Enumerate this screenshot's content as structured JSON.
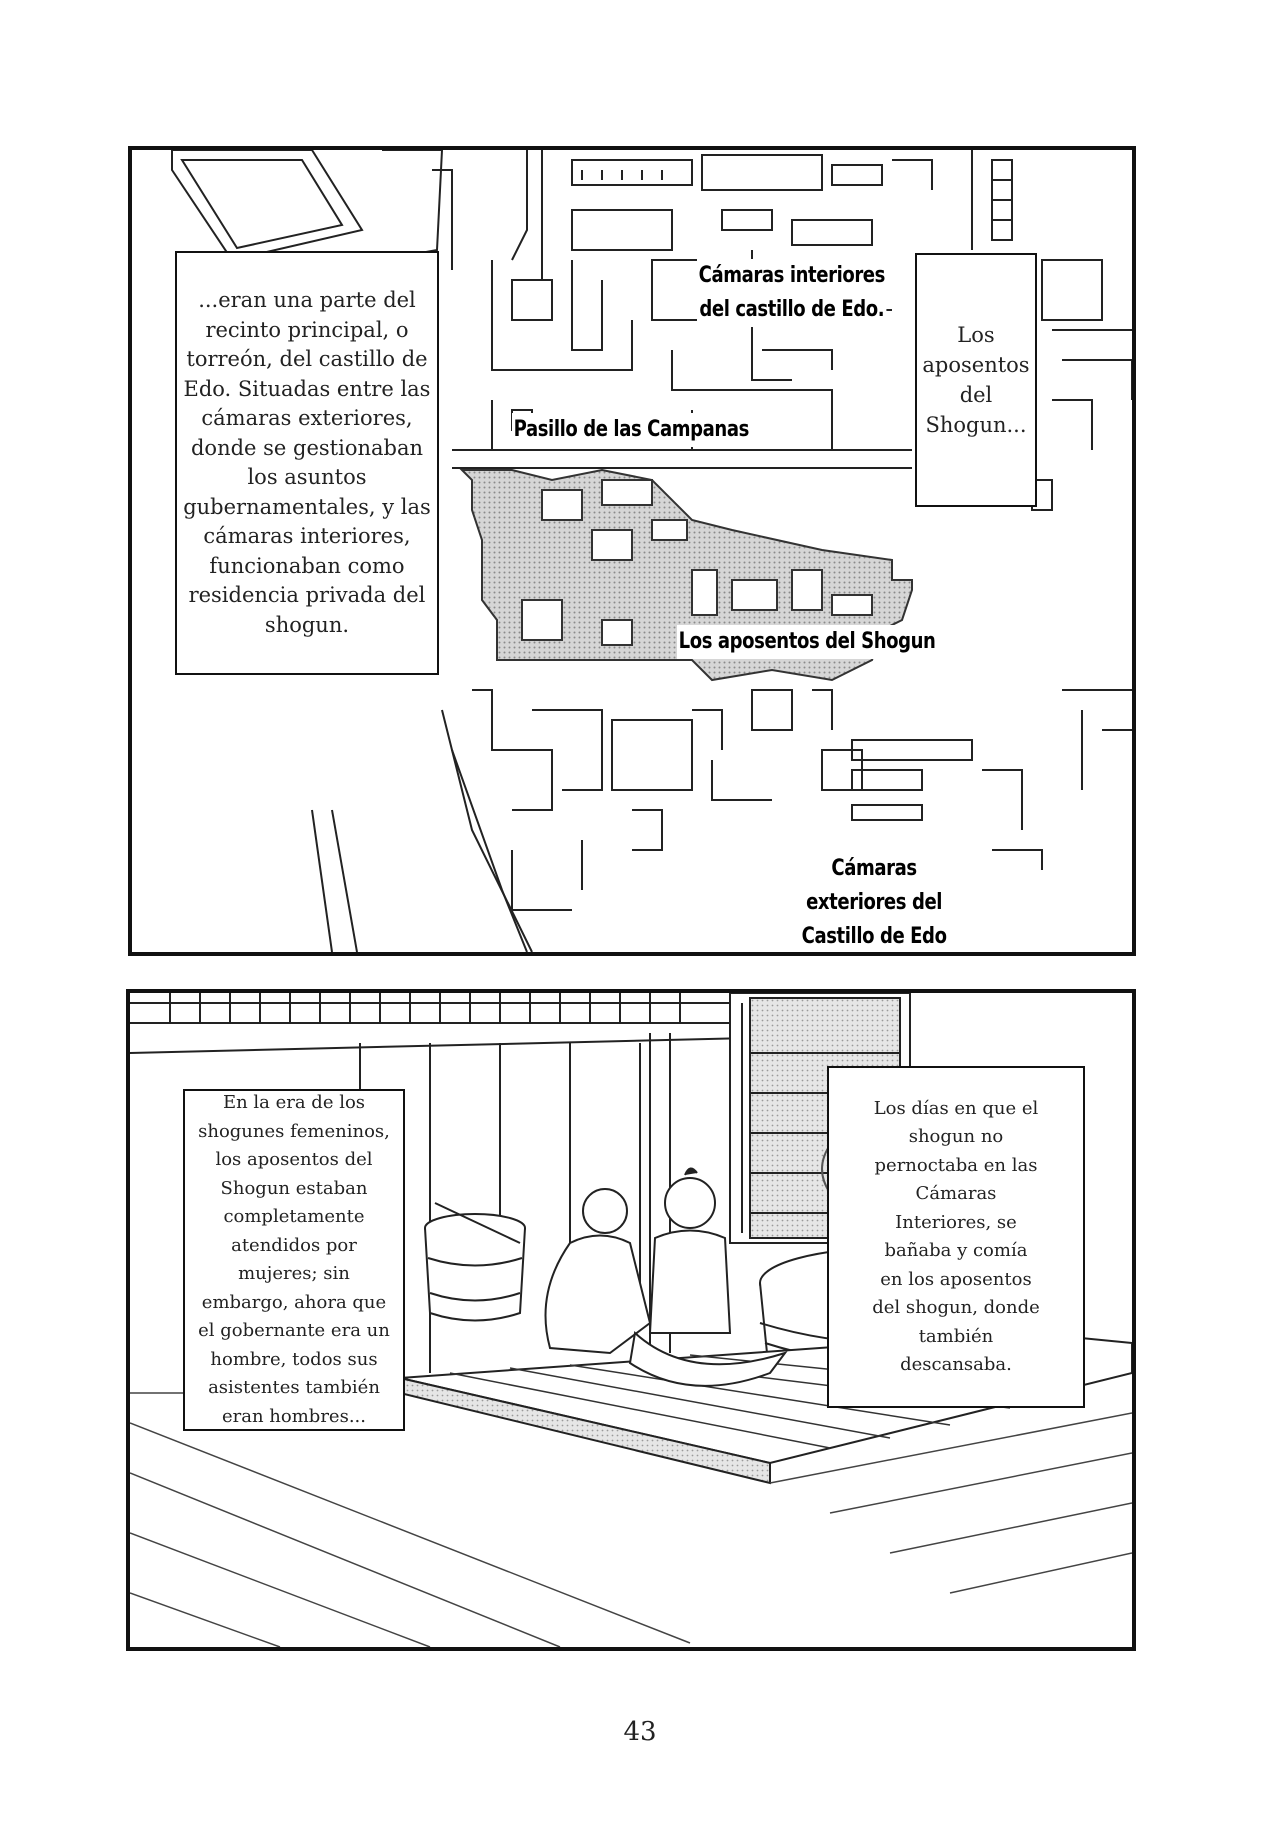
{
  "panel_map": {
    "caption_left": "...eran una parte del\nrecinto principal, o\ntorreón, del castillo de\nEdo. Situadas entre las\ncámaras exteriores,\ndonde se gestionaban\nlos asuntos\ngubernamentales, y las\ncámaras interiores,\nfuncionaban como\nresidencia privada del\nshogun.",
    "caption_right": "Los\naposentos\ndel\nShogun...",
    "labels": {
      "inner_chambers": "Cámaras interiores\ndel castillo de Edo.",
      "bell_corridor": "Pasillo de las Campanas",
      "shogun_quarters": "Los aposentos del Shogun",
      "outer_chambers": "Cámaras\nexteriores del\nCastillo de Edo"
    }
  },
  "panel_bath": {
    "caption_left": "En la era de los\nshogunes femeninos,\nlos aposentos del\nShogun estaban\ncompletamente\natendidos por\nmujeres; sin\nembargo, ahora que\nel gobernante era un\nhombre, todos sus\nasistentes también\neran hombres...",
    "caption_right": "Los días en que el\nshogun no\npernoctaba en las\nCámaras\nInteriores, se\nbañaba y comía\nen los aposentos\ndel shogun, donde\ntambién\ndescansaba."
  },
  "page_number": "43"
}
